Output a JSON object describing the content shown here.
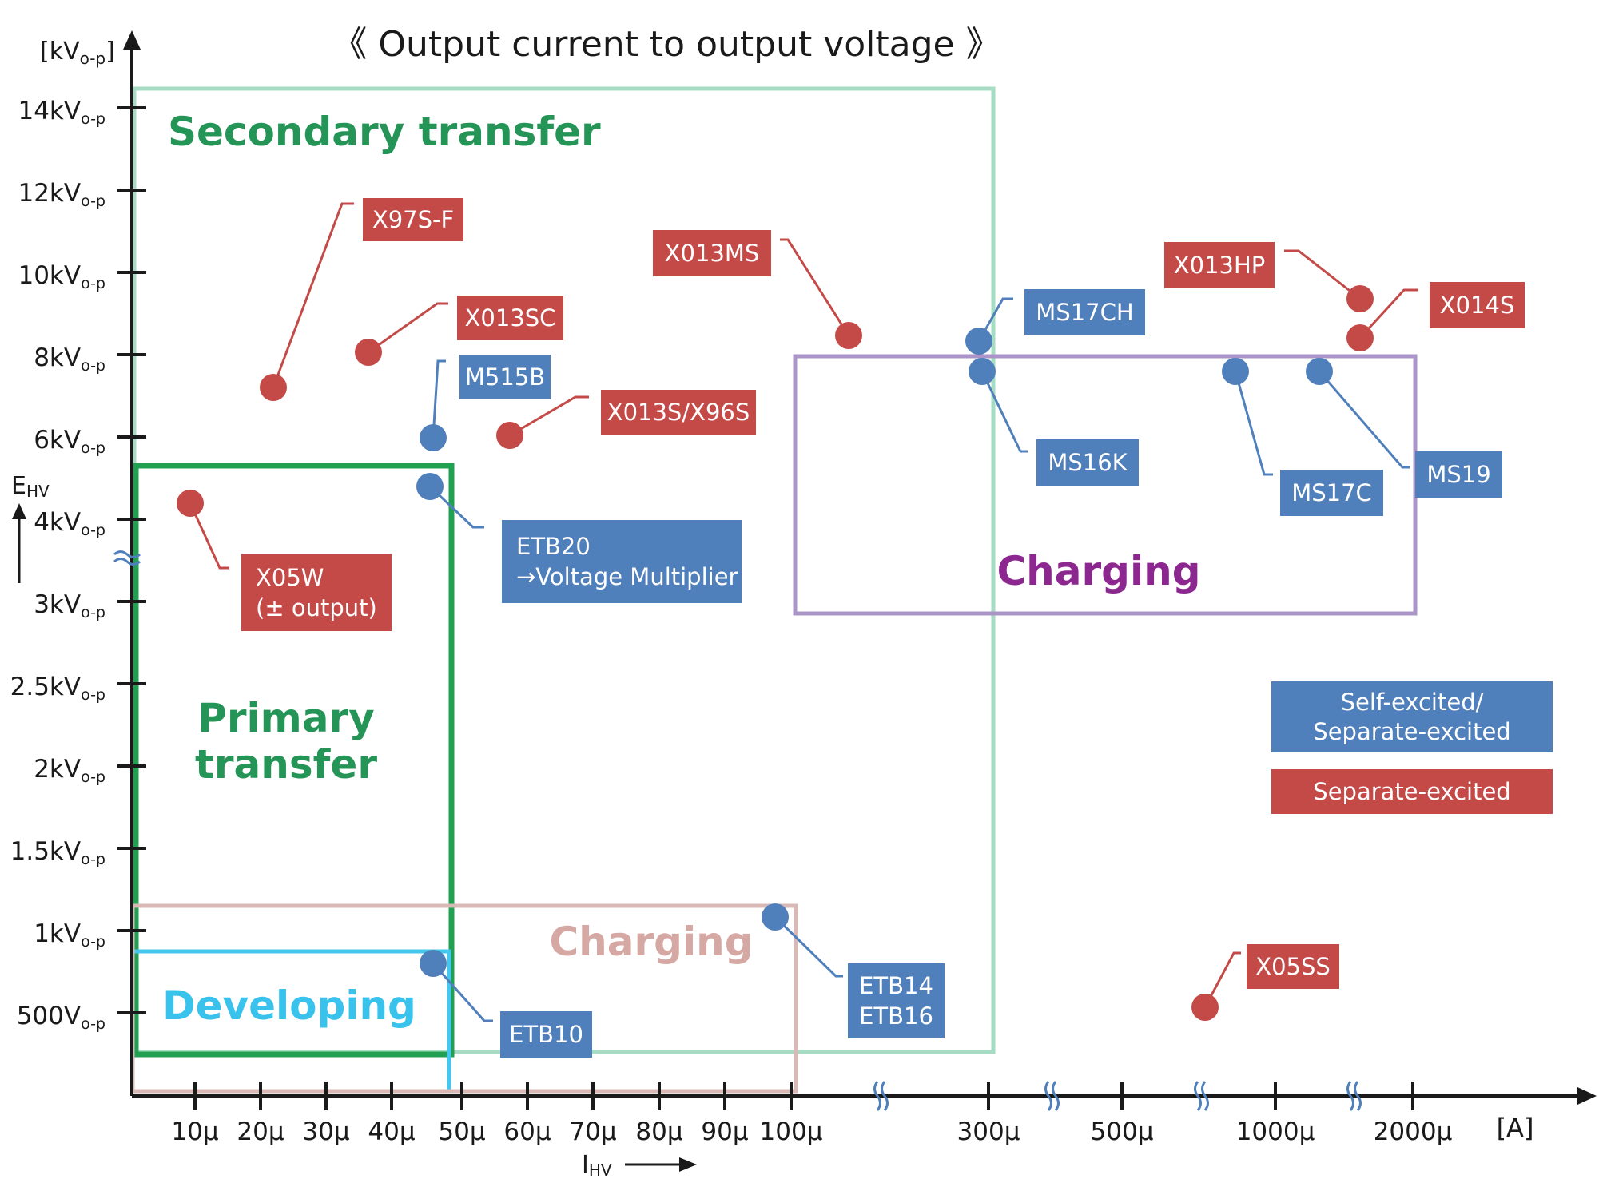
{
  "title": "《 Output current to output voltage 》",
  "colors": {
    "axis": "#1a1a1a",
    "red": "#c44a48",
    "blue": "#5080bb",
    "secondary_transfer": "#a6dcc3",
    "primary_transfer": "#20a050",
    "developing": "#45c6ee",
    "charging_low": "#d9b9b6",
    "charging_high": "#ab94c8",
    "secondary_transfer_text": "#259457",
    "primary_transfer_text": "#259457",
    "developing_text": "#38c2ec",
    "charging_low_text": "#d6a8a4",
    "charging_high_text": "#8c2790"
  },
  "chart_data": {
    "type": "scatter",
    "title": "《 Output current to output voltage 》",
    "y_axis": {
      "unit_label": "[kV",
      "unit_sub": "o-p",
      "unit_close": "]",
      "name": "E",
      "name_sub": "HV",
      "ticks": [
        {
          "main": "500V",
          "sub": "o-p"
        },
        {
          "main": "1kV",
          "sub": "o-p"
        },
        {
          "main": "1.5kV",
          "sub": "o-p"
        },
        {
          "main": "2kV",
          "sub": "o-p"
        },
        {
          "main": "2.5kV",
          "sub": "o-p"
        },
        {
          "main": "3kV",
          "sub": "o-p"
        },
        {
          "main": "4kV",
          "sub": "o-p"
        },
        {
          "main": "6kV",
          "sub": "o-p"
        },
        {
          "main": "8kV",
          "sub": "o-p"
        },
        {
          "main": "10kV",
          "sub": "o-p"
        },
        {
          "main": "12kV",
          "sub": "o-p"
        },
        {
          "main": "14kV",
          "sub": "o-p"
        }
      ]
    },
    "x_axis": {
      "unit": "[A]",
      "name": "I",
      "name_sub": "HV",
      "ticks": [
        "10μ",
        "20μ",
        "30μ",
        "40μ",
        "50μ",
        "60μ",
        "70μ",
        "80μ",
        "90μ",
        "100μ",
        "300μ",
        "500μ",
        "1000μ",
        "2000μ"
      ]
    },
    "regions": [
      {
        "label": "Secondary transfer",
        "color_key": "secondary_transfer"
      },
      {
        "label": "Primary\ntransfer",
        "color_key": "primary_transfer"
      },
      {
        "label": "Developing",
        "color_key": "developing"
      },
      {
        "label": "Charging",
        "color_key": "charging_low"
      },
      {
        "label": "Charging",
        "color_key": "charging_high"
      }
    ],
    "points": [
      {
        "label": "X97S-F",
        "type": "Separate-excited",
        "x": "22μ",
        "y": "7kV"
      },
      {
        "label": "X013SC",
        "type": "Separate-excited",
        "x": "36μ",
        "y": "8kV"
      },
      {
        "label": "M515B",
        "type": "Self-excited/Separate-excited",
        "x": "46μ",
        "y": "6kV"
      },
      {
        "label": "X013S/X96S",
        "type": "Separate-excited",
        "x": "57μ",
        "y": "6kV"
      },
      {
        "label": "X05W\n(± output)",
        "type": "Separate-excited",
        "x": "10μ",
        "y": "4.1kV"
      },
      {
        "label": "ETB20\n→Voltage Multiplier",
        "type": "Self-excited/Separate-excited",
        "x": "46μ",
        "y": "4.6kV"
      },
      {
        "label": "X013MS",
        "type": "Separate-excited",
        "x": "210μ",
        "y": "8.4kV"
      },
      {
        "label": "MS17CH",
        "type": "Self-excited/Separate-excited",
        "x": "300μ",
        "y": "8.2kV"
      },
      {
        "label": "MS16K",
        "type": "Self-excited/Separate-excited",
        "x": "300μ",
        "y": "7.6kV"
      },
      {
        "label": "X013HP",
        "type": "Separate-excited",
        "x": "1300μ",
        "y": "9.1kV"
      },
      {
        "label": "X014S",
        "type": "Separate-excited",
        "x": "1300μ",
        "y": "8.4kV"
      },
      {
        "label": "MS17C",
        "type": "Self-excited/Separate-excited",
        "x": "850μ",
        "y": "7.6kV"
      },
      {
        "label": "MS19",
        "type": "Self-excited/Separate-excited",
        "x": "1100μ",
        "y": "7.6kV"
      },
      {
        "label": "ETB10",
        "type": "Self-excited/Separate-excited",
        "x": "46μ",
        "y": "800V"
      },
      {
        "label": "ETB14\nETB16",
        "type": "Self-excited/Separate-excited",
        "x": "98μ",
        "y": "1.1kV"
      },
      {
        "label": "X05SS",
        "type": "Separate-excited",
        "x": "700μ",
        "y": "550V"
      }
    ],
    "legend": [
      {
        "label": "Self-excited/\nSeparate-excited",
        "color_key": "blue"
      },
      {
        "label": "Separate-excited",
        "color_key": "red"
      }
    ]
  }
}
